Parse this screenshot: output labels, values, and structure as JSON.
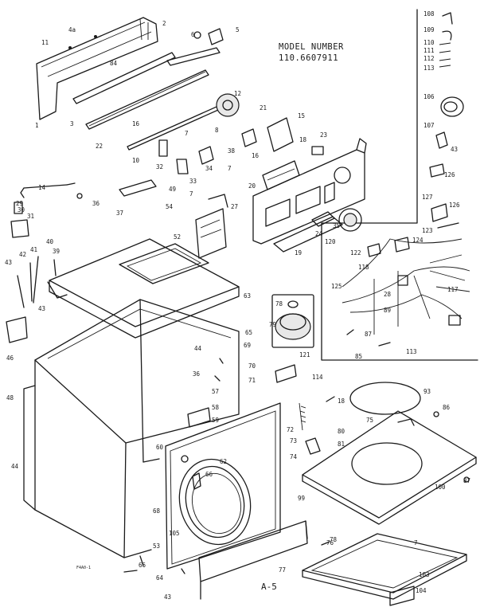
{
  "header": {
    "model_label": "MODEL NUMBER",
    "model_number": "110.6607911"
  },
  "footer": {
    "page_label": "A-5",
    "code_mark": "F4A0-1"
  },
  "part_labels": [
    {
      "key": "p11",
      "text": "11"
    },
    {
      "key": "p4a",
      "text": "4a"
    },
    {
      "key": "p1",
      "text": "1"
    },
    {
      "key": "p2",
      "text": "2"
    },
    {
      "key": "p6",
      "text": "6"
    },
    {
      "key": "p5",
      "text": "5"
    },
    {
      "key": "p84",
      "text": "84"
    },
    {
      "key": "p3",
      "text": "3"
    },
    {
      "key": "p22",
      "text": "22"
    },
    {
      "key": "p12",
      "text": "12"
    },
    {
      "key": "p21",
      "text": "21"
    },
    {
      "key": "p15",
      "text": "15"
    },
    {
      "key": "p8",
      "text": "8"
    },
    {
      "key": "p16a",
      "text": "16"
    },
    {
      "key": "p16b",
      "text": "16"
    },
    {
      "key": "p23",
      "text": "23"
    },
    {
      "key": "p10",
      "text": "10"
    },
    {
      "key": "p7a",
      "text": "7"
    },
    {
      "key": "p38",
      "text": "38"
    },
    {
      "key": "p32",
      "text": "32"
    },
    {
      "key": "p34",
      "text": "34"
    },
    {
      "key": "p33",
      "text": "33"
    },
    {
      "key": "p7b",
      "text": "7"
    },
    {
      "key": "p18",
      "text": "18"
    },
    {
      "key": "p7c",
      "text": "7"
    },
    {
      "key": "p20",
      "text": "20"
    },
    {
      "key": "p27",
      "text": "27"
    },
    {
      "key": "p14",
      "text": "14"
    },
    {
      "key": "p49",
      "text": "49"
    },
    {
      "key": "p36",
      "text": "36"
    },
    {
      "key": "p29",
      "text": "29"
    },
    {
      "key": "p30",
      "text": "30"
    },
    {
      "key": "p31",
      "text": "31"
    },
    {
      "key": "p37",
      "text": "37"
    },
    {
      "key": "p54",
      "text": "54"
    },
    {
      "key": "p52",
      "text": "52"
    },
    {
      "key": "p35",
      "text": "35"
    },
    {
      "key": "p24",
      "text": "24"
    },
    {
      "key": "p120",
      "text": "120"
    },
    {
      "key": "p19",
      "text": "19"
    },
    {
      "key": "p43a",
      "text": "43"
    },
    {
      "key": "p42",
      "text": "42"
    },
    {
      "key": "p41",
      "text": "41"
    },
    {
      "key": "p40",
      "text": "40"
    },
    {
      "key": "p39",
      "text": "39"
    },
    {
      "key": "p43b",
      "text": "43"
    },
    {
      "key": "p46",
      "text": "46"
    },
    {
      "key": "p63",
      "text": "63"
    },
    {
      "key": "p78",
      "text": "78"
    },
    {
      "key": "p79",
      "text": "79"
    },
    {
      "key": "p65",
      "text": "65"
    },
    {
      "key": "p69",
      "text": "69"
    },
    {
      "key": "p44",
      "text": "44"
    },
    {
      "key": "p70",
      "text": "70"
    },
    {
      "key": "p36b",
      "text": "36"
    },
    {
      "key": "p71",
      "text": "71"
    },
    {
      "key": "p48",
      "text": "48"
    },
    {
      "key": "p57",
      "text": "57"
    },
    {
      "key": "p58",
      "text": "58"
    },
    {
      "key": "p59",
      "text": "59"
    },
    {
      "key": "p121",
      "text": "121"
    },
    {
      "key": "p114",
      "text": "114"
    },
    {
      "key": "p60",
      "text": "60"
    },
    {
      "key": "p62",
      "text": "62"
    },
    {
      "key": "p66",
      "text": "66"
    },
    {
      "key": "p44b",
      "text": "44"
    },
    {
      "key": "p105",
      "text": "105"
    },
    {
      "key": "p68",
      "text": "68"
    },
    {
      "key": "p53",
      "text": "53"
    },
    {
      "key": "p66b",
      "text": "66"
    },
    {
      "key": "p64",
      "text": "64"
    },
    {
      "key": "p43c",
      "text": "43"
    },
    {
      "key": "p93",
      "text": "93"
    },
    {
      "key": "p18b",
      "text": "18"
    },
    {
      "key": "p75",
      "text": "75"
    },
    {
      "key": "p72",
      "text": "72"
    },
    {
      "key": "p80",
      "text": "80"
    },
    {
      "key": "p73",
      "text": "73"
    },
    {
      "key": "p81",
      "text": "81"
    },
    {
      "key": "p74",
      "text": "74"
    },
    {
      "key": "p76",
      "text": "76"
    },
    {
      "key": "p86",
      "text": "86"
    },
    {
      "key": "p87",
      "text": "87"
    },
    {
      "key": "p100",
      "text": "100"
    },
    {
      "key": "p99",
      "text": "99"
    },
    {
      "key": "p78b",
      "text": "78"
    },
    {
      "key": "p77",
      "text": "77"
    },
    {
      "key": "p7d",
      "text": "7"
    },
    {
      "key": "p103",
      "text": "103"
    },
    {
      "key": "p104",
      "text": "104"
    },
    {
      "key": "p108",
      "text": "108"
    },
    {
      "key": "p109",
      "text": "109"
    },
    {
      "key": "p110",
      "text": "110"
    },
    {
      "key": "p111",
      "text": "111"
    },
    {
      "key": "p112",
      "text": "112"
    },
    {
      "key": "p113a",
      "text": "113"
    },
    {
      "key": "p106",
      "text": "106"
    },
    {
      "key": "p107",
      "text": "107"
    },
    {
      "key": "p43d",
      "text": "43"
    },
    {
      "key": "p126a",
      "text": "126"
    },
    {
      "key": "p127",
      "text": "127"
    },
    {
      "key": "p126b",
      "text": "126"
    },
    {
      "key": "p123",
      "text": "123"
    },
    {
      "key": "p122",
      "text": "122"
    },
    {
      "key": "p124",
      "text": "124"
    },
    {
      "key": "p118",
      "text": "118"
    },
    {
      "key": "p125",
      "text": "125"
    },
    {
      "key": "p28",
      "text": "28"
    },
    {
      "key": "p89",
      "text": "89"
    },
    {
      "key": "p117",
      "text": "117"
    },
    {
      "key": "p87b",
      "text": "87"
    },
    {
      "key": "p85",
      "text": "85"
    },
    {
      "key": "p113b",
      "text": "113"
    }
  ]
}
